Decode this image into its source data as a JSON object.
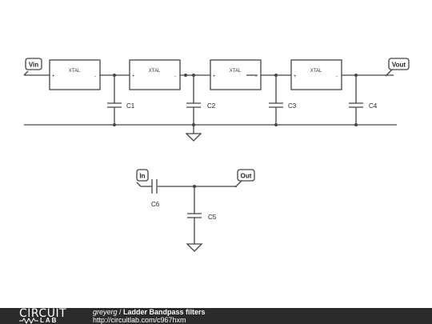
{
  "schematic": {
    "crystals": [
      {
        "label": "XTAL",
        "pin_plus": "+",
        "pin_minus": "-"
      },
      {
        "label": "XTAL",
        "pin_plus": "+",
        "pin_minus": "-"
      },
      {
        "label": "XTAL",
        "pin_plus": "+",
        "pin_minus": "-"
      },
      {
        "label": "XTAL",
        "pin_plus": "+",
        "pin_minus": "-"
      }
    ],
    "capacitors": [
      "C1",
      "C2",
      "C3",
      "C4",
      "C5",
      "C6"
    ],
    "ports": {
      "vin": "Vin",
      "vout": "Vout",
      "in": "In",
      "out": "Out"
    }
  },
  "footer": {
    "logo_top": "CIRCUIT",
    "logo_bottom": "LAB",
    "author": "greyerg",
    "separator": " / ",
    "title": "Ladder Bandpass filters",
    "url": "http://circuitlab.com/c967hxm"
  }
}
